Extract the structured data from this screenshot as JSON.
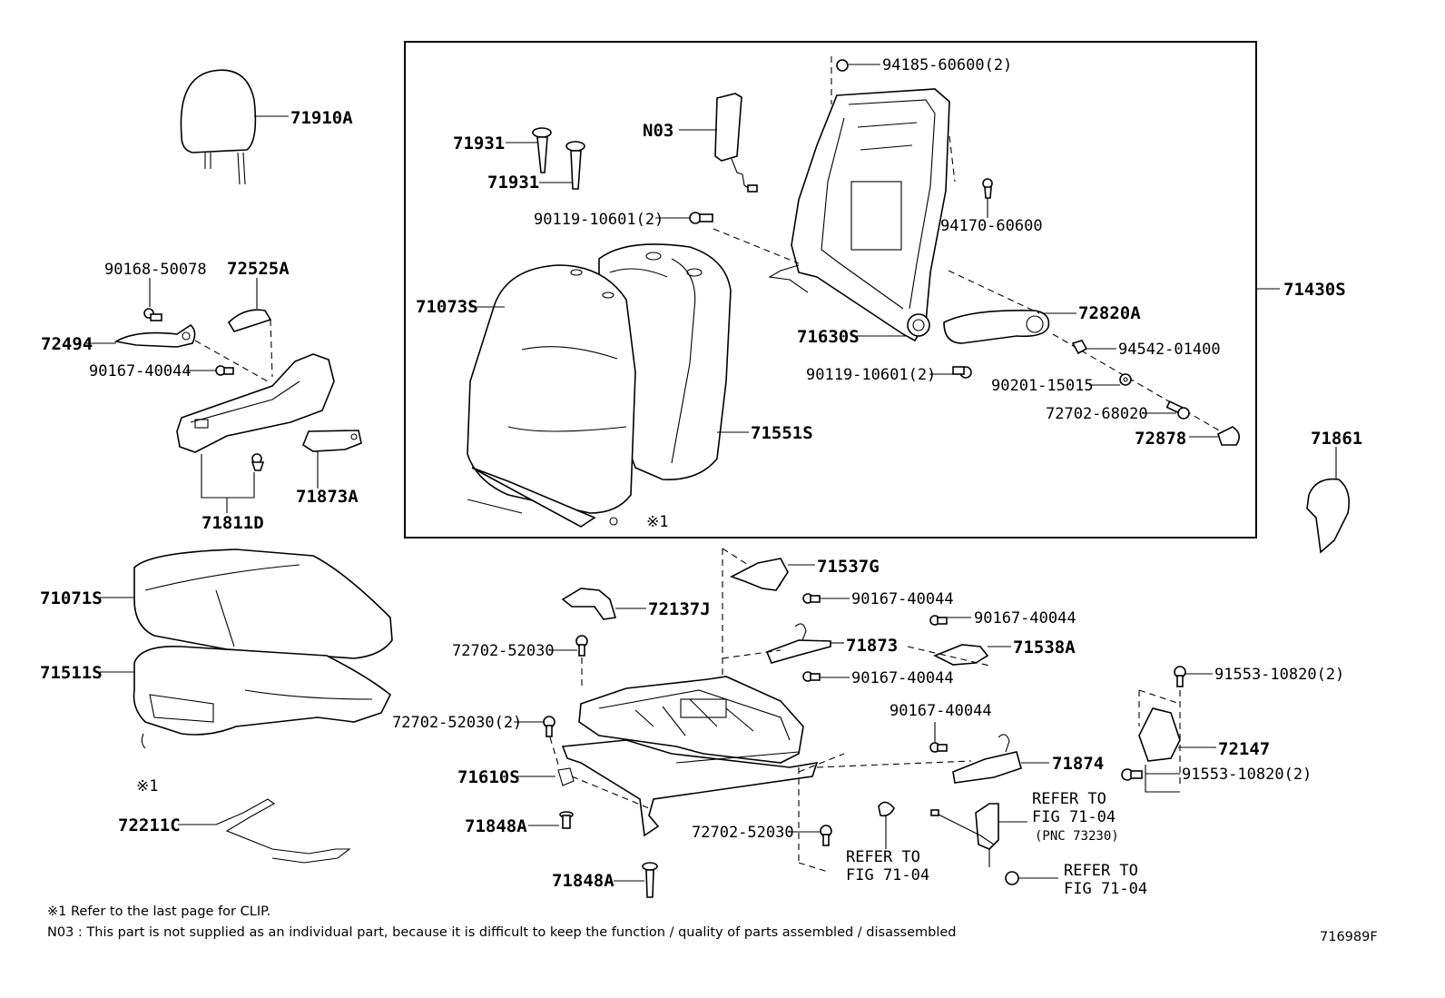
{
  "labels": {
    "l71910A": "71910A",
    "l71931a": "71931",
    "l71931b": "71931",
    "lN03": "N03",
    "l94185": "94185-60600(2)",
    "l94170": "94170-60600",
    "l90119a": "90119-10601(2)",
    "l71073S": "71073S",
    "l71430S": "71430S",
    "l72820A": "72820A",
    "l71630S": "71630S",
    "l94542": "94542-01400",
    "l90119b": "90119-10601(2)",
    "l90201": "90201-15015",
    "l72702_68020": "72702-68020",
    "l72878": "72878",
    "l71551S": "71551S",
    "lclip_seatback": "※1",
    "l71861": "71861",
    "l90168": "90168-50078",
    "l72525A": "72525A",
    "l72494": "72494",
    "l90167_side": "90167-40044",
    "l71873A": "71873A",
    "l71811D": "71811D",
    "l71071S": "71071S",
    "l71511S": "71511S",
    "lclip_cushion": "※1",
    "l72211C": "72211C",
    "l71537G": "71537G",
    "l90167_a": "90167-40044",
    "l72137J": "72137J",
    "l90167_b": "90167-40044",
    "l72702_52030a": "72702-52030",
    "l71873": "71873",
    "l71538A": "71538A",
    "l90167_c": "90167-40044",
    "l91553a": "91553-10820(2)",
    "l72702_52030b": "72702-52030(2)",
    "l90167_d": "90167-40044",
    "l72147": "72147",
    "l71874": "71874",
    "l91553b": "91553-10820(2)",
    "l71610S": "71610S",
    "lrefer1a": "REFER TO",
    "lrefer1b": "FIG 71-04",
    "lrefer1c": "(PNC 73230)",
    "l71848A_a": "71848A",
    "l72702_52030c": "72702-52030",
    "lrefer2a": "REFER TO",
    "lrefer2b": "FIG 71-04",
    "lrefer3a": "REFER TO",
    "lrefer3b": "FIG 71-04",
    "l71848A_b": "71848A"
  },
  "notes": {
    "clip": "※1 Refer to the last page for CLIP.",
    "n03": "N03 : This part is not supplied as an individual part, because it is difficult to keep the function / quality of parts assembled / disassembled"
  },
  "figure_id": "716989F"
}
